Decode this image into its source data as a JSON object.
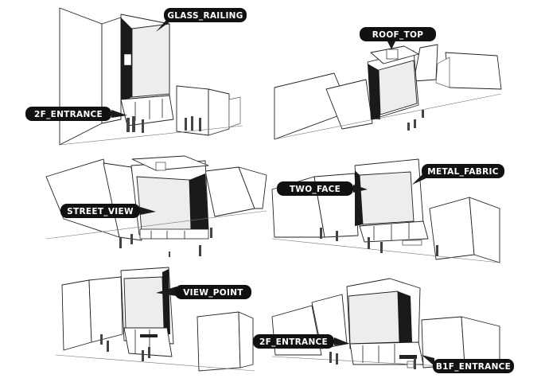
{
  "labels": {
    "glass_railing": "GLASS_RAILING",
    "entrance_2f_top": "2F_ENTRANCE",
    "roof_top": "ROOF_TOP",
    "street_view": "STREET_VIEW",
    "two_face": "TWO_FACE",
    "metal_fabric": "METAL_FABRIC",
    "view_point": "VIEW_POINT",
    "entrance_2f_bottom": "2F_ENTRANCE",
    "entrance_b1f": "B1F_ENTRANCE"
  }
}
